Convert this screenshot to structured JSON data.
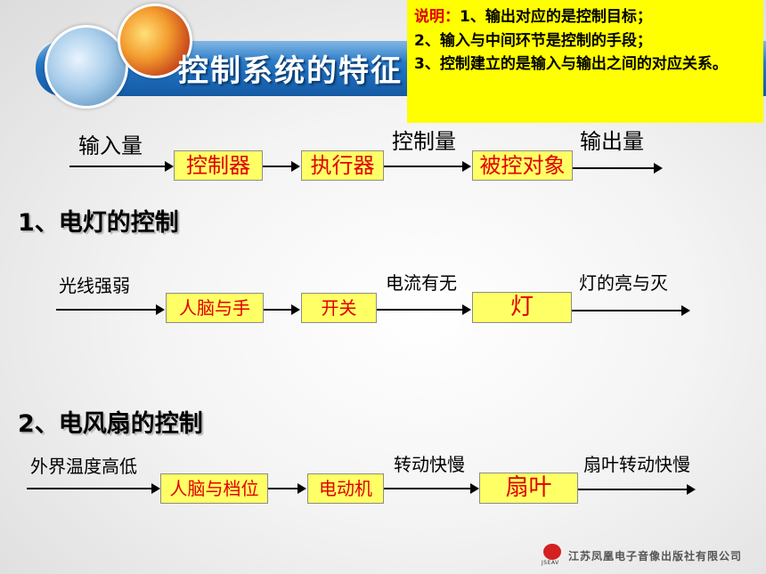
{
  "header": {
    "title": "控制系统的特征"
  },
  "note": {
    "lead": "说明：",
    "line1": "1、输出对应的是控制目标；",
    "line2": "2、输入与中间环节是控制的手段；",
    "line3": "3、控制建立的是输入与输出之间的对应关系。"
  },
  "general": {
    "input": "输入量",
    "controller": "控制器",
    "actuator": "执行器",
    "control_quantity": "控制量",
    "plant": "被控对象",
    "output": "输出量"
  },
  "lamp": {
    "heading": "1、电灯的控制",
    "input": "光线强弱",
    "controller": "人脑与手",
    "actuator": "开关",
    "control_quantity": "电流有无",
    "plant": "灯",
    "output": "灯的亮与灭"
  },
  "fan": {
    "heading": "2、电风扇的控制",
    "input": "外界温度高低",
    "controller": "人脑与档位",
    "actuator": "电动机",
    "control_quantity": "转动快慢",
    "plant": "扇叶",
    "output": "扇叶转动快慢"
  },
  "footer": {
    "logo_abbr": "JSEAV",
    "publisher": "江苏凤凰电子音像出版社有限公司"
  },
  "colors": {
    "banner": "#1e6fc0",
    "note_bg": "#ffff00",
    "box_bg": "#ffff66",
    "box_text": "#e00000"
  }
}
